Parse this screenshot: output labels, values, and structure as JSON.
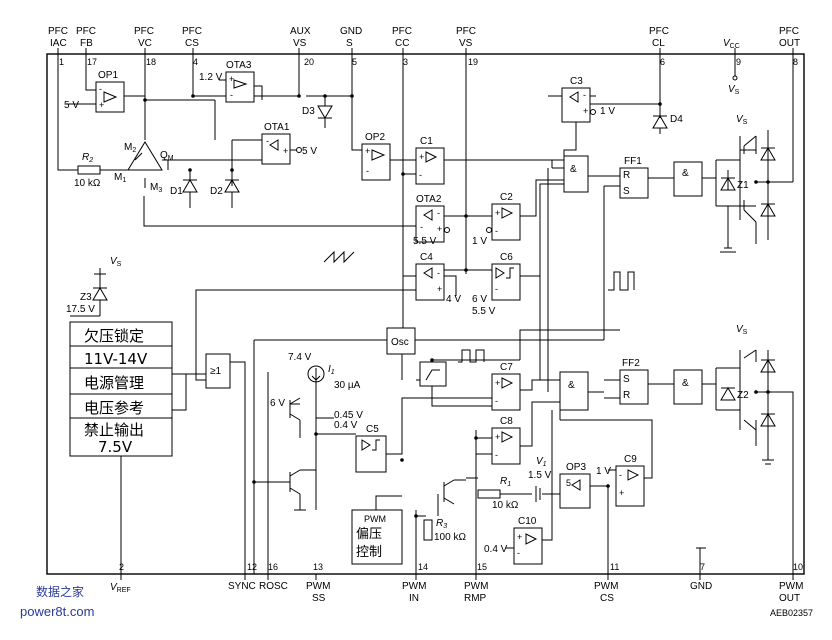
{
  "top_pins": [
    {
      "name": "PFC\nIAC",
      "num": "1"
    },
    {
      "name": "PFC\nFB",
      "num": "17"
    },
    {
      "name": "PFC\nVC",
      "num": "18"
    },
    {
      "name": "PFC\nCS",
      "num": "4"
    },
    {
      "name": "AUX\nVS",
      "num": "20"
    },
    {
      "name": "GND\nS",
      "num": "5"
    },
    {
      "name": "PFC\nCC",
      "num": "3"
    },
    {
      "name": "PFC\nVS",
      "num": "19"
    },
    {
      "name": "PFC\nCL",
      "num": "6"
    },
    {
      "name": "VCC",
      "num": "9"
    },
    {
      "name": "PFC\nOUT",
      "num": "8"
    }
  ],
  "bottom_pins": [
    {
      "name": "VREF",
      "num": "2"
    },
    {
      "name": "SYNC",
      "num": "12"
    },
    {
      "name": "ROSC",
      "num": "16"
    },
    {
      "name": "PWM\nSS",
      "num": "13"
    },
    {
      "name": "PWM\nIN",
      "num": "14"
    },
    {
      "name": "PWM\nRMP",
      "num": "15"
    },
    {
      "name": "PWM\nCS",
      "num": "11"
    },
    {
      "name": "GND",
      "num": "7"
    },
    {
      "name": "PWM\nOUT",
      "num": "10"
    }
  ],
  "blocks": {
    "op1": "OP1",
    "ota3": "OTA3",
    "ota1": "OTA1",
    "ota2": "OTA2",
    "op2": "OP2",
    "c1": "C1",
    "c2": "C2",
    "c3": "C3",
    "c4": "C4",
    "c5": "C5",
    "c6": "C6",
    "c7": "C7",
    "c8": "C8",
    "c9": "C9",
    "c10": "C10",
    "op3": "OP3",
    "ff1": "FF1",
    "ff2": "FF2",
    "osc": "Osc",
    "or_gate": "≥1",
    "and": "&",
    "r": "R",
    "s": "S"
  },
  "values": {
    "v5_op1": "5 V",
    "v1_2": "1.2 V",
    "v5_ota1": "5 V",
    "v1_c3": "1 V",
    "v5_5_ota2": "5.5 V",
    "v1_c2": "1 V",
    "v4_c4": "4 V",
    "v6_c6": "6 V",
    "v5_5_c6": "5.5 V",
    "v7_4": "7.4 V",
    "i1_sym": "I",
    "i1_sub": "1",
    "i1_val": "30 µA",
    "v6_tr": "6 V",
    "v0_45": "0.45 V",
    "v0_4": "0.4 V",
    "v1_5": "1.5 V",
    "v1_sym": "V",
    "v1_sub": "1",
    "v1_c9": "1 V",
    "v0_4_c10": "0.4 V",
    "r2_sym": "R",
    "r2_sub": "2",
    "r2_val": "10 kΩ",
    "r1_sym": "R",
    "r1_sub": "1",
    "r1_val": "10 kΩ",
    "r3_sym": "R",
    "r3_sub": "3",
    "r3_val": "100 kΩ",
    "z3": "Z3",
    "z3_val": "17.5 V",
    "z1": "Z1",
    "z2": "Z2",
    "d1": "D1",
    "d2": "D2",
    "d3": "D3",
    "d4": "D4",
    "m1": "M",
    "m1_sub": "1",
    "m2": "M",
    "m2_sub": "2",
    "m3": "M",
    "m3_sub": "3",
    "qm": "Q",
    "qm_sub": "M",
    "vs": "V",
    "vs_sub": "S",
    "vcc": "V",
    "vcc_sub": "CC",
    "vref": "V",
    "vref_sub": "REF"
  },
  "chinese_panel": [
    "欠压锁定",
    "11V-14V",
    "电源管理",
    "电压参考",
    "禁止输出\n7.5V"
  ],
  "pwm_bias": [
    "PWM",
    "偏压",
    "控制"
  ],
  "code": "AEB02357",
  "watermark": {
    "line1": "数据之家",
    "line2": "power8t.com"
  }
}
